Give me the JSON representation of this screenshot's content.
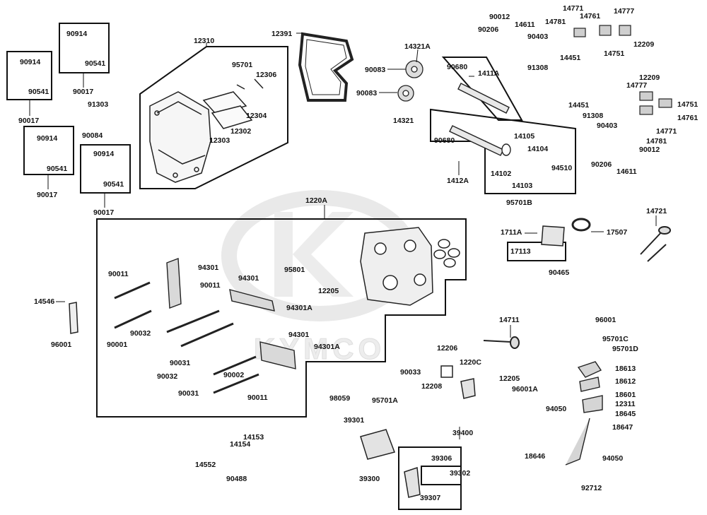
{
  "diagram": {
    "watermark": "KYMCO",
    "part_numbers": [
      "90914",
      "90541",
      "90017",
      "90914",
      "90541",
      "90017",
      "91303",
      "90084",
      "90914",
      "90541",
      "90017",
      "90914",
      "90541",
      "90017",
      "12310",
      "95701",
      "12306",
      "12304",
      "12302",
      "12303",
      "12391",
      "14321A",
      "90083",
      "90083",
      "14321",
      "90012",
      "90206",
      "14611",
      "90403",
      "91308",
      "14781",
      "14451",
      "14771",
      "14761",
      "14777",
      "14751",
      "12209",
      "90680",
      "1411A",
      "90680",
      "1412A",
      "14105",
      "14104",
      "14102",
      "14103",
      "94510",
      "12209",
      "14777",
      "14751",
      "14761",
      "14771",
      "14781",
      "14451",
      "91308",
      "90403",
      "90012",
      "90206",
      "14611",
      "1220A",
      "95701B",
      "14721",
      "1711A",
      "17507",
      "17113",
      "90465",
      "90011",
      "94301",
      "94301",
      "90011",
      "95801",
      "12205",
      "94301A",
      "90001",
      "90032",
      "94301",
      "94301A",
      "90031",
      "90032",
      "90002",
      "90031",
      "90011",
      "14546",
      "96001",
      "14711",
      "96001",
      "95701C",
      "95701D",
      "18613",
      "18612",
      "18601",
      "12311",
      "18645",
      "18647",
      "12206",
      "90033",
      "12208",
      "1220C",
      "12205",
      "96001A",
      "39400",
      "98059",
      "95701A",
      "39301",
      "39306",
      "39302",
      "39300",
      "39307",
      "94050",
      "18646",
      "94050",
      "92712",
      "14153",
      "14154",
      "14552",
      "90488"
    ]
  }
}
